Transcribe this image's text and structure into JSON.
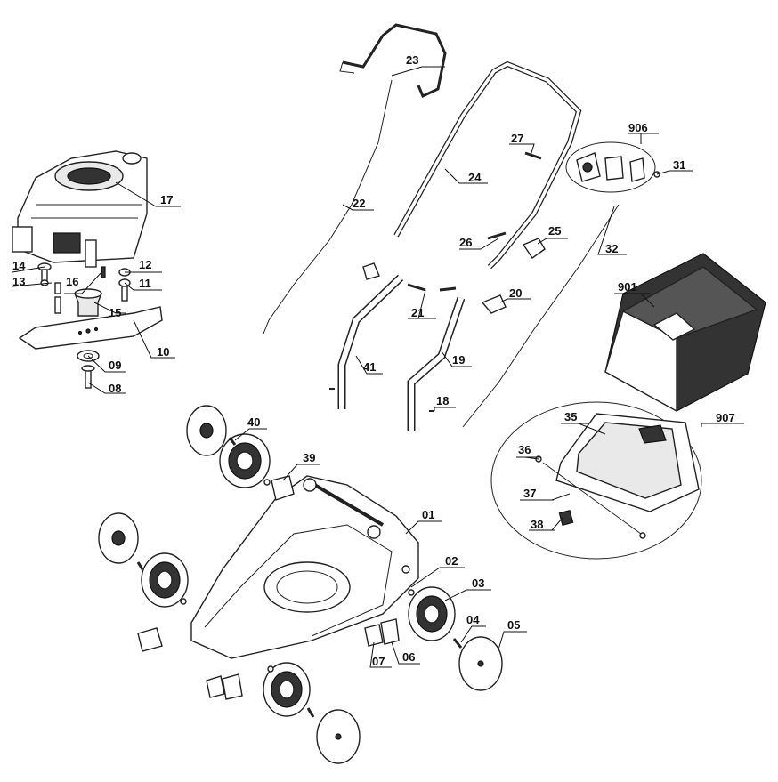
{
  "labels": {
    "p01": "01",
    "p02": "02",
    "p03": "03",
    "p04": "04",
    "p05": "05",
    "p06": "06",
    "p07": "07",
    "p08": "08",
    "p09": "09",
    "p10": "10",
    "p11": "11",
    "p12": "12",
    "p13": "13",
    "p14": "14",
    "p15": "15",
    "p16": "16",
    "p17": "17",
    "p18": "18",
    "p19": "19",
    "p20": "20",
    "p21": "21",
    "p22": "22",
    "p23": "23",
    "p24": "24",
    "p25": "25",
    "p26": "26",
    "p27": "27",
    "p31": "31",
    "p32": "32",
    "p35": "35",
    "p36": "36",
    "p37": "37",
    "p38": "38",
    "p39": "39",
    "p40": "40",
    "p41": "41",
    "p901": "901",
    "p906": "906",
    "p907": "907"
  },
  "colors": {
    "ink": "#111111",
    "fill": "#ffffff",
    "shade": "#e9e9e9",
    "dark": "#333333"
  }
}
